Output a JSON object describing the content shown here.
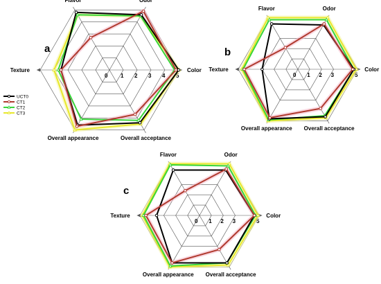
{
  "chart_data": [
    {
      "type": "radar",
      "panel_label": "a",
      "axes": [
        "Color",
        "Odor",
        "Flavor",
        "Texture",
        "Overall appearance",
        "Overall acceptance"
      ],
      "tick_labels": [
        "0",
        "1",
        "2",
        "3",
        "4",
        "5"
      ],
      "rmax": 5,
      "series": [
        {
          "name": "UCT0",
          "color": "#000000",
          "marker": "circle",
          "values": [
            5.0,
            4.6,
            4.8,
            3.5,
            4.6,
            4.4
          ]
        },
        {
          "name": "CT1",
          "color": "#b03a2e",
          "marker": "circle",
          "values": [
            4.8,
            4.9,
            2.7,
            3.5,
            4.7,
            3.7
          ]
        },
        {
          "name": "CT2",
          "color": "#39d53a",
          "marker": "triangle",
          "values": [
            4.7,
            4.5,
            4.6,
            3.7,
            4.1,
            4.2
          ]
        },
        {
          "name": "CT3",
          "color": "#e8e82c",
          "marker": "triangle",
          "values": [
            5.0,
            4.5,
            4.6,
            4.0,
            5.0,
            4.5
          ]
        }
      ],
      "legend": {
        "placement": "left",
        "entries": [
          "UCT0",
          "CT1",
          "CT2",
          "CT3"
        ]
      }
    },
    {
      "type": "radar",
      "panel_label": "b",
      "axes": [
        "Color",
        "Odor",
        "Flavor",
        "Texture",
        "Overall appearance",
        "Overall acceptance"
      ],
      "tick_labels": [
        "0",
        "1",
        "2",
        "3",
        "5"
      ],
      "tick_values": [
        0,
        1,
        2,
        3,
        5
      ],
      "rmax": 5,
      "series": [
        {
          "name": "UCT0",
          "color": "#000000",
          "marker": "circle",
          "values": [
            4.7,
            4.3,
            4.4,
            3.0,
            4.8,
            4.6
          ]
        },
        {
          "name": "CT1",
          "color": "#b03a2e",
          "marker": "circle",
          "values": [
            4.6,
            4.4,
            2.1,
            4.5,
            4.7,
            3.8
          ]
        },
        {
          "name": "CT2",
          "color": "#39d53a",
          "marker": "triangle",
          "values": [
            4.7,
            4.8,
            4.8,
            4.6,
            4.9,
            4.5
          ]
        },
        {
          "name": "CT3",
          "color": "#e8e82c",
          "marker": "triangle",
          "values": [
            4.9,
            5.0,
            5.0,
            4.7,
            5.0,
            4.7
          ]
        }
      ]
    },
    {
      "type": "radar",
      "panel_label": "c",
      "axes": [
        "Color",
        "Odor",
        "Flavor",
        "Texture",
        "Overall appearance",
        "Overall acceptance"
      ],
      "tick_labels": [
        "0",
        "1",
        "2",
        "3",
        "5"
      ],
      "tick_values": [
        0,
        1,
        2,
        3,
        5
      ],
      "rmax": 5,
      "series": [
        {
          "name": "UCT0",
          "color": "#000000",
          "marker": "circle",
          "values": [
            4.6,
            4.4,
            4.4,
            3.6,
            4.6,
            4.6
          ]
        },
        {
          "name": "CT1",
          "color": "#b03a2e",
          "marker": "circle",
          "values": [
            4.6,
            4.5,
            2.4,
            4.5,
            4.6,
            3.3
          ]
        },
        {
          "name": "CT2",
          "color": "#39d53a",
          "marker": "triangle",
          "values": [
            4.7,
            4.8,
            4.9,
            4.7,
            4.9,
            4.6
          ]
        },
        {
          "name": "CT3",
          "color": "#e8e82c",
          "marker": "triangle",
          "values": [
            4.9,
            5.0,
            5.0,
            4.8,
            5.0,
            4.8
          ]
        }
      ]
    }
  ]
}
